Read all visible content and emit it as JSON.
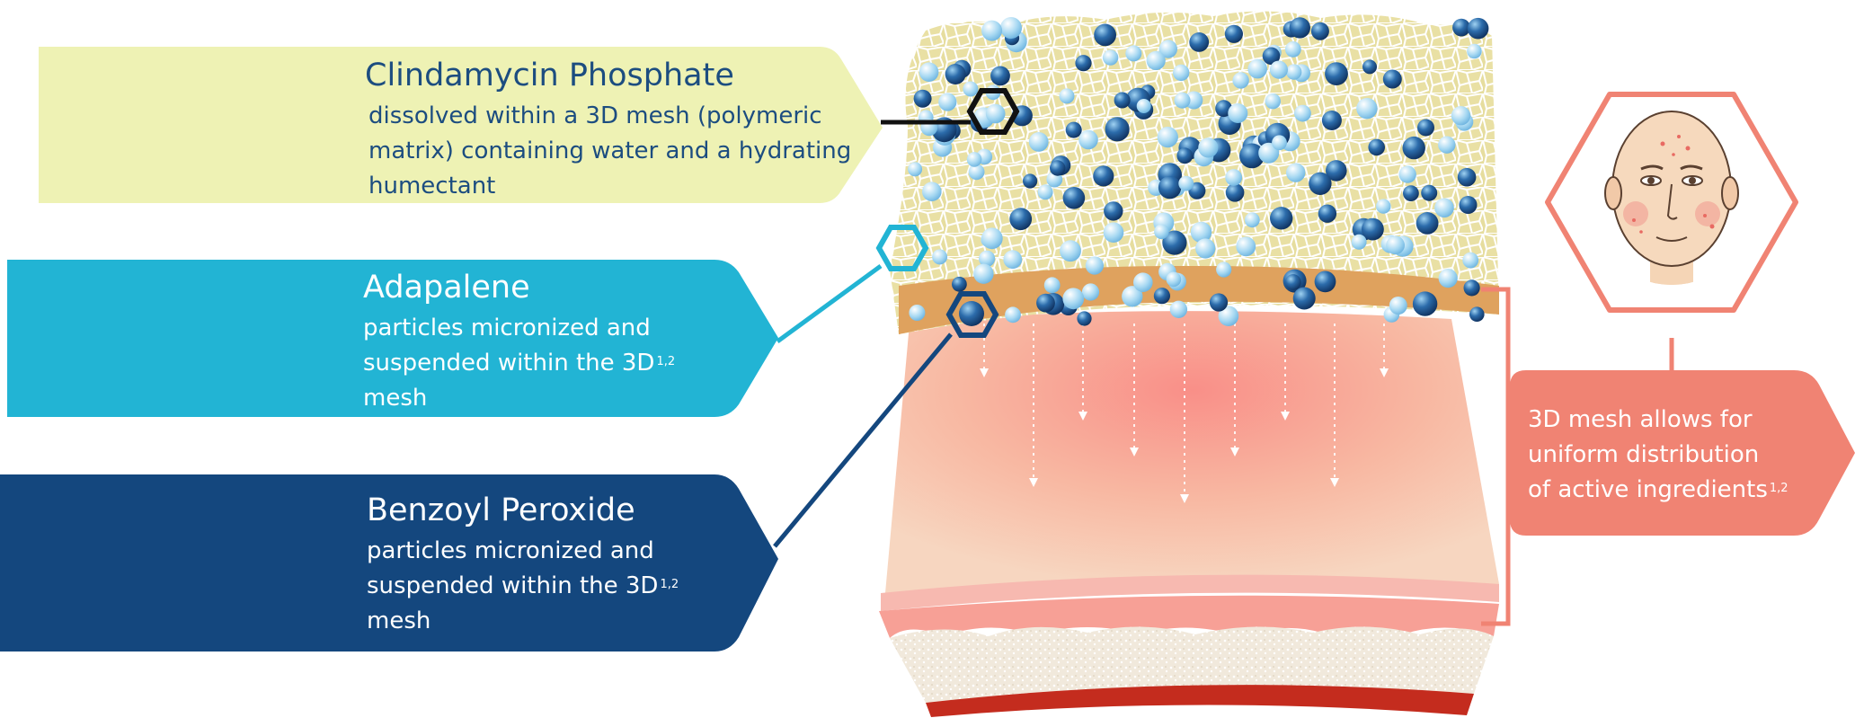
{
  "clindamycin": {
    "title": "Clindamycin Phosphate",
    "lines": [
      "dissolved within a 3D mesh (polymeric",
      "matrix) containing water and a hydrating",
      "humectant"
    ]
  },
  "adapalene": {
    "title": "Adapalene",
    "lines": [
      "particles micronized and",
      "suspended within the 3D",
      "mesh"
    ],
    "ref": "1,2"
  },
  "benzoyl": {
    "title": "Benzoyl Peroxide",
    "lines": [
      "particles micronized and",
      "suspended within the 3D",
      "mesh"
    ],
    "ref": "1,2"
  },
  "mesh_note": {
    "lines": [
      "3D mesh allows for",
      "uniform distribution",
      "of active ingredients"
    ],
    "ref": "1,2"
  },
  "colors": {
    "clindamycin_box": "#eef2b4",
    "adapalene_box": "#22b4d4",
    "benzoyl_box": "#14477e",
    "mesh_box": "#f08373",
    "hexagon_outline": "#f08373"
  },
  "icons": [
    "face-icon",
    "hexagon-marker-icon"
  ]
}
